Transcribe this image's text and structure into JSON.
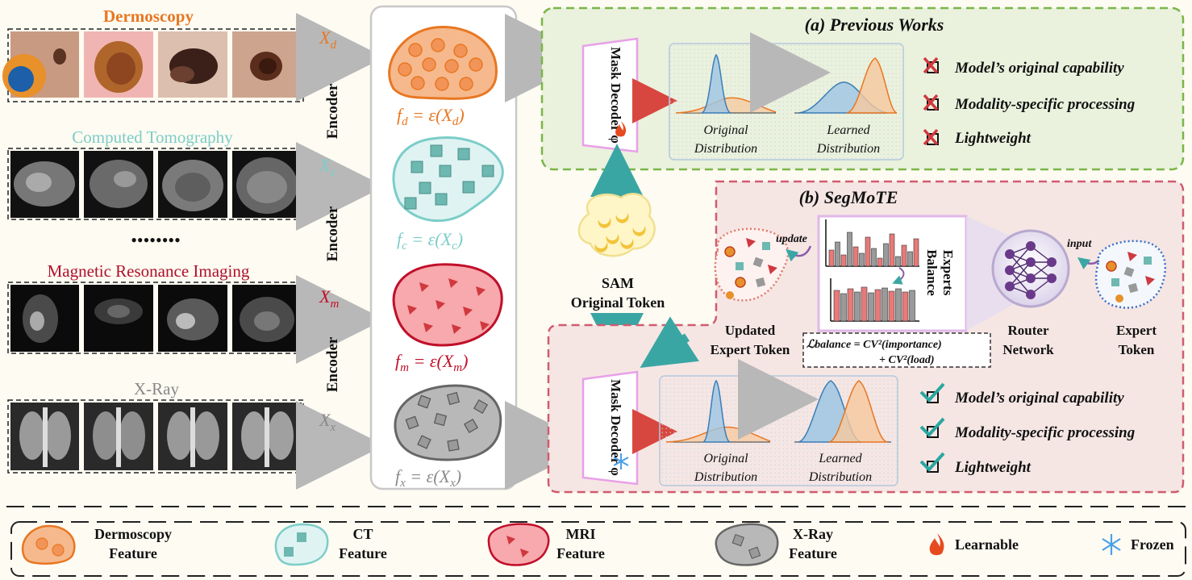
{
  "modalities": {
    "dermoscopy": {
      "title": "Dermoscopy",
      "var": "X",
      "sub": "d",
      "feature": "f",
      "fsub": "d",
      "color": "#e87722"
    },
    "ct": {
      "title": "Computed Tomography",
      "var": "X",
      "sub": "c",
      "feature": "f",
      "fsub": "c",
      "color": "#7ccdc8"
    },
    "mri": {
      "title": "Magnetic Resonance Imaging",
      "var": "X",
      "sub": "m",
      "feature": "f",
      "fsub": "m",
      "color": "#c0102a"
    },
    "xray": {
      "title": "X-Ray",
      "var": "X",
      "sub": "x",
      "feature": "f",
      "fsub": "x",
      "color": "#8a8a8a"
    }
  },
  "encoder_label": "Encoder",
  "equation_eps": "= ε(",
  "ellipsis": "••••••••",
  "previous": {
    "title": "(a) Previous Works",
    "decoder": "Mask Decoder φ",
    "original_distribution": [
      "Original",
      "Distribution"
    ],
    "learned_distribution": [
      "Learned",
      "Distribution"
    ],
    "checklist": [
      "Model’s original capability",
      "Modality-specific processing",
      "Lightweight"
    ]
  },
  "segmote": {
    "title": "(b) SegMoTE",
    "decoder": "Mask Decoder φ",
    "sam_token": [
      "SAM",
      "Original Token"
    ],
    "updated_token": [
      "Updated",
      "Expert Token"
    ],
    "update_label": "update",
    "experts_balance": [
      "Experts",
      "Balance"
    ],
    "balance_formula": [
      "ℒbalance = CV²(importance)",
      "+ CV²(load)"
    ],
    "router": [
      "Router",
      "Network"
    ],
    "input_label": "input",
    "expert_token": [
      "Expert",
      "Token"
    ],
    "original_distribution": [
      "Original",
      "Distribution"
    ],
    "learned_distribution": [
      "Learned",
      "Distribution"
    ],
    "checklist": [
      "Model’s original capability",
      "Modality-specific processing",
      "Lightweight"
    ]
  },
  "legend": {
    "dermoscopy": [
      "Dermoscopy",
      "Feature"
    ],
    "ct": [
      "CT",
      "Feature"
    ],
    "mri": [
      "MRI",
      "Feature"
    ],
    "xray": [
      "X-Ray",
      "Feature"
    ],
    "learnable": "Learnable",
    "frozen": "Frozen"
  },
  "colors": {
    "orange": "#e87722",
    "teal": "#3aa6a4",
    "red": "#d0393f",
    "green_border": "#7ab648",
    "pink_border": "#d05c6e"
  }
}
